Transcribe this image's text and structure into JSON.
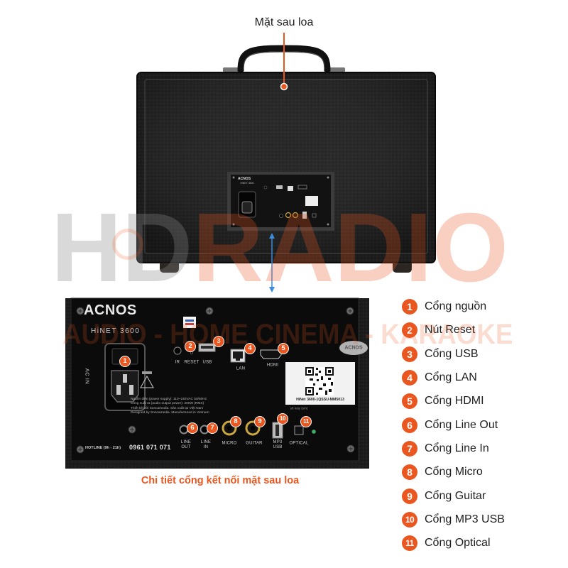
{
  "header": {
    "title": "Mặt sau loa"
  },
  "caption": "Chi tiết cổng kết nối mặt sau loa",
  "legend": [
    {
      "number": "1",
      "label": "Cổng nguồn"
    },
    {
      "number": "2",
      "label": "Nút Reset"
    },
    {
      "number": "3",
      "label": "Cổng USB"
    },
    {
      "number": "4",
      "label": "Cổng LAN"
    },
    {
      "number": "5",
      "label": "Cổng HDMI"
    },
    {
      "number": "6",
      "label": "Cổng Line Out"
    },
    {
      "number": "7",
      "label": "Cổng Line In"
    },
    {
      "number": "8",
      "label": "Cổng Micro"
    },
    {
      "number": "9",
      "label": "Cổng Guitar"
    },
    {
      "number": "10",
      "label": "Cổng MP3 USB"
    },
    {
      "number": "11",
      "label": "Cổng Optical"
    }
  ],
  "panel": {
    "brand": "ACNOS",
    "model": "HiNET 3600",
    "ports": {
      "ac_in": "AC IN",
      "ir": "IR",
      "reset": "RESET",
      "usb": "USB",
      "lan": "LAN",
      "hdmi": "HDMI",
      "line_out": "LINE OUT",
      "line_in": "LINE IN",
      "micro": "MICRO",
      "guitar": "GUITAR",
      "mp3_usb": "MP3 USB",
      "optical": "OPTICAL"
    },
    "specs": [
      "Nguồn điện (power supply): 110~240VAC 50/60Hz",
      "Công suất ra (audio output power): 200W (RMS)",
      "Thiết kế bởi Soncamedia. Sản xuất tại Việt Nam",
      "Designed by Soncamedia. Manufactured in Vietnam"
    ],
    "hotline_label": "HOTLINE (9h - 21h)",
    "hotline_number": "0961 071 071",
    "serial_sticker": {
      "code": "HiNet 3600-1QSSU-MM5013",
      "caption": "số máy (s/n)"
    }
  },
  "watermark": {
    "brand_left": "HD",
    "brand_right": "RADIO",
    "tagline": "AUDIO - HOME CINEMA - KARAOKE"
  },
  "icons": [
    "screw-icon",
    "warning-icon",
    "qr-code-icon",
    "usb-port-icon",
    "lan-port-icon",
    "hdmi-port-icon",
    "ac-socket-icon"
  ],
  "colors": {
    "accent": "#e9561f",
    "arrow": "#3d8bd9",
    "cabinet": "#1c1c1c"
  }
}
